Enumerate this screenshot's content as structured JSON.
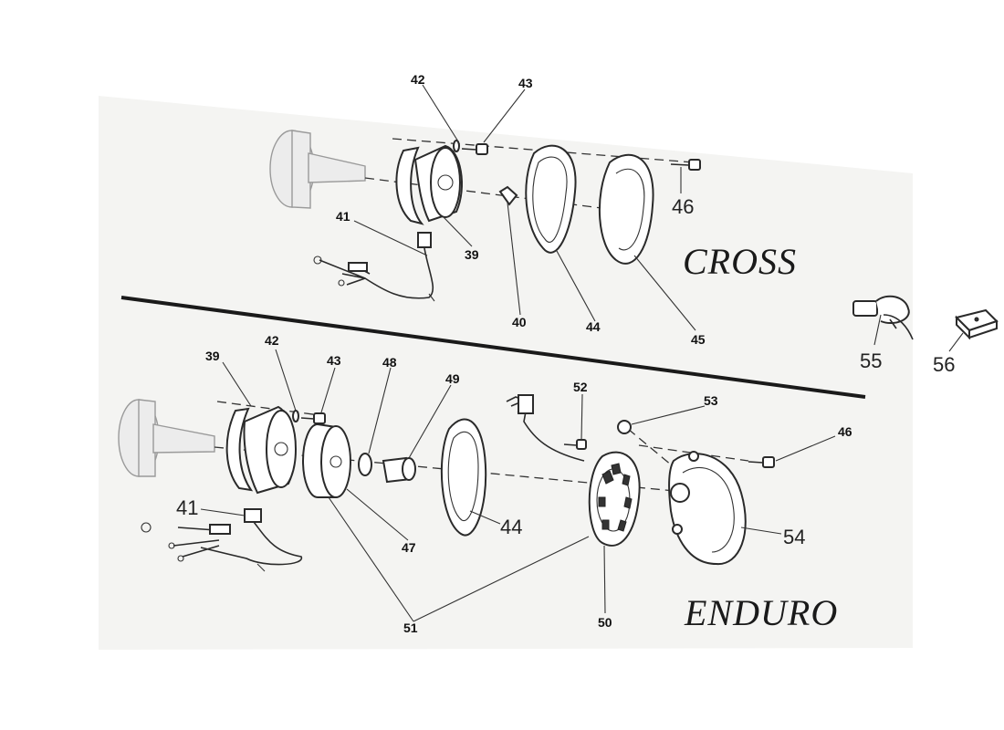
{
  "sections": {
    "cross": "CROSS",
    "enduro": "ENDURO"
  },
  "callouts": {
    "c39a": "39",
    "c40": "40",
    "c41a": "41",
    "c42a": "42",
    "c43a": "43",
    "c44a": "44",
    "c45": "45",
    "c46a": "46",
    "c39b": "39",
    "c41b": "41",
    "c42b": "42",
    "c43b": "43",
    "c44b": "44",
    "c46b": "46",
    "c47": "47",
    "c48": "48",
    "c49": "49",
    "c50": "50",
    "c51": "51",
    "c52": "52",
    "c53": "53",
    "c54": "54",
    "c55": "55",
    "c56": "56"
  }
}
